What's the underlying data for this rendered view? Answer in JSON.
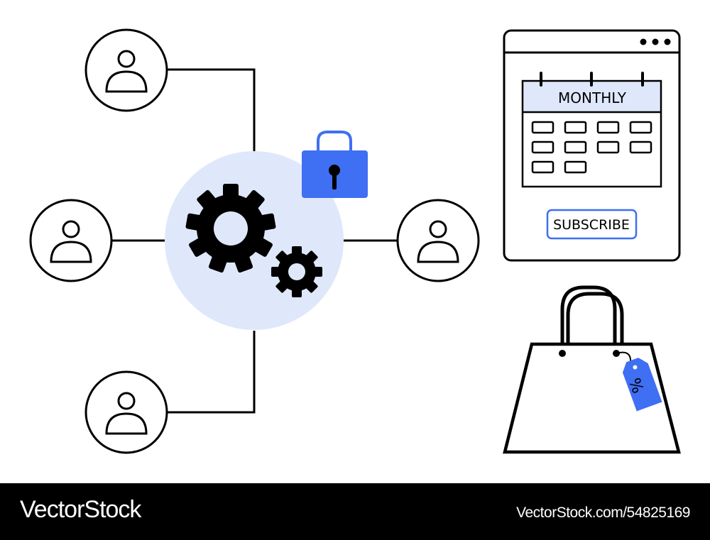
{
  "colors": {
    "accent_blue": "#3f6ff2",
    "hub_fill": "#dfe8fb",
    "outline": "#000000",
    "footer_bg": "#000000",
    "footer_text": "#ffffff"
  },
  "icons": {
    "users": [
      "user-icon",
      "user-icon",
      "user-icon",
      "user-icon"
    ],
    "hub": "gears-icon",
    "lock": "padlock-icon",
    "window_menu": "ellipsis-icon",
    "bag": "shopping-bag-icon",
    "tag": "discount-tag-icon"
  },
  "subscription": {
    "calendar_title": "MONTHLY",
    "subscribe_button": "SUBSCRIBE"
  },
  "price_tag": {
    "symbol": "%"
  },
  "footer": {
    "brand": "VectorStock",
    "image_id": "VectorStock.com/54825169"
  }
}
